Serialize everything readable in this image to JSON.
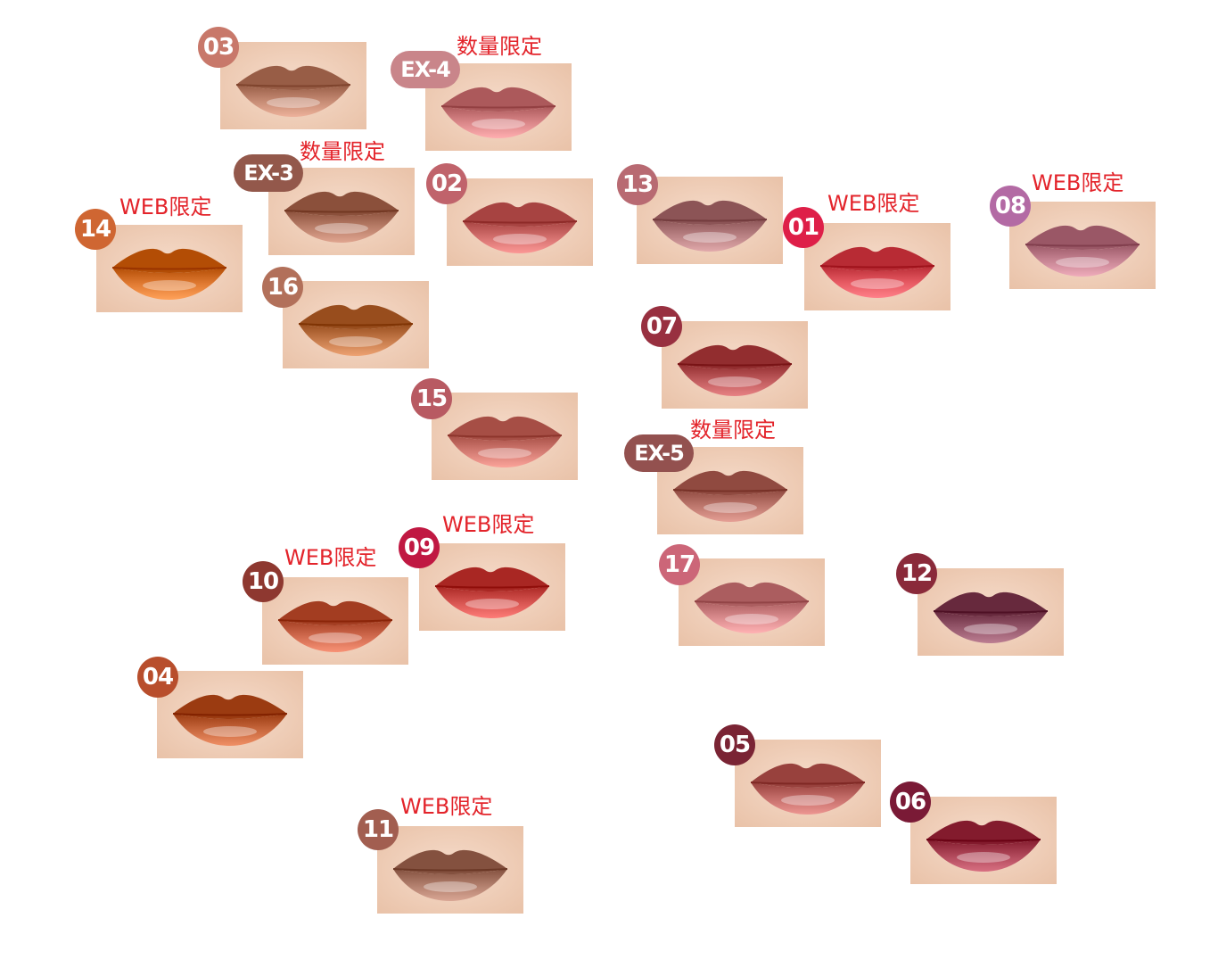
{
  "colors": {
    "tag_text": "#e3242b",
    "h_axis_gradient": [
      "#f2c200",
      "#9cbb4a",
      "#2f9a9a",
      "#1386d6"
    ],
    "v_axis_gradient": [
      "#dca28f",
      "#d4727a",
      "#a8173a"
    ],
    "skin": "#f1d2bc"
  },
  "tags": {
    "web": "WEB限定",
    "limited": "数量限定"
  },
  "shades": [
    {
      "code": "03",
      "badge_color": "#c8786a",
      "lip_color": "#c58a73",
      "tag": ""
    },
    {
      "code": "EX-4",
      "badge_color": "#c9858a",
      "lip_color": "#d98688",
      "tag": "数量限定"
    },
    {
      "code": "EX-3",
      "badge_color": "#93584b",
      "lip_color": "#b87d68",
      "tag": "数量限定"
    },
    {
      "code": "02",
      "badge_color": "#c0636b",
      "lip_color": "#d4706e",
      "tag": ""
    },
    {
      "code": "14",
      "badge_color": "#cf6632",
      "lip_color": "#e07a32",
      "tag": "WEB限定"
    },
    {
      "code": "16",
      "badge_color": "#b2705a",
      "lip_color": "#c57a4a",
      "tag": ""
    },
    {
      "code": "15",
      "badge_color": "#b85a62",
      "lip_color": "#d37b72",
      "tag": ""
    },
    {
      "code": "13",
      "badge_color": "#b86a72",
      "lip_color": "#b98183",
      "tag": ""
    },
    {
      "code": "01",
      "badge_color": "#de1f48",
      "lip_color": "#e55861",
      "tag": "WEB限定"
    },
    {
      "code": "08",
      "badge_color": "#b36aa4",
      "lip_color": "#c78493",
      "tag": "WEB限定"
    },
    {
      "code": "07",
      "badge_color": "#983040",
      "lip_color": "#bf5a5c",
      "tag": ""
    },
    {
      "code": "EX-5",
      "badge_color": "#93514f",
      "lip_color": "#bd776d",
      "tag": "数量限定"
    },
    {
      "code": "10",
      "badge_color": "#8e3830",
      "lip_color": "#d06a4e",
      "tag": "WEB限定"
    },
    {
      "code": "09",
      "badge_color": "#c01842",
      "lip_color": "#d65450",
      "tag": "WEB限定"
    },
    {
      "code": "04",
      "badge_color": "#b84e2c",
      "lip_color": "#c8683e",
      "tag": ""
    },
    {
      "code": "11",
      "badge_color": "#a25e50",
      "lip_color": "#b17e6c",
      "tag": "WEB限定"
    },
    {
      "code": "17",
      "badge_color": "#cc6678",
      "lip_color": "#d88a8c",
      "tag": ""
    },
    {
      "code": "12",
      "badge_color": "#8a2a3a",
      "lip_color": "#94566a",
      "tag": ""
    },
    {
      "code": "05",
      "badge_color": "#7a2434",
      "lip_color": "#c56e6a",
      "tag": ""
    },
    {
      "code": "06",
      "badge_color": "#7a1a36",
      "lip_color": "#b0485a",
      "tag": ""
    }
  ]
}
